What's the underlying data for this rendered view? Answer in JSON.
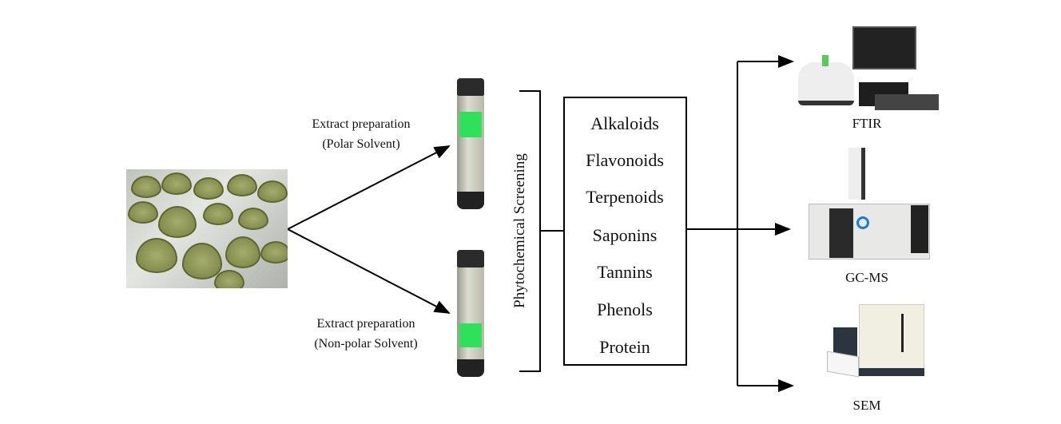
{
  "source": {
    "image": "dried-slices-photo"
  },
  "extracts": [
    {
      "line1": "Extract preparation",
      "line2": "(Polar Solvent)"
    },
    {
      "line1": "Extract preparation",
      "line2": "(Non-polar Solvent)"
    }
  ],
  "screening_label": "Phytochemical Screening",
  "compounds": [
    "Alkaloids",
    "Flavonoids",
    "Terpenoids",
    "Saponins",
    "Tannins",
    "Phenols",
    "Protein"
  ],
  "instruments": [
    "FTIR",
    "GC-MS",
    "SEM"
  ],
  "colors": {
    "line": "#000000",
    "vial_label": "#2ee05a"
  }
}
